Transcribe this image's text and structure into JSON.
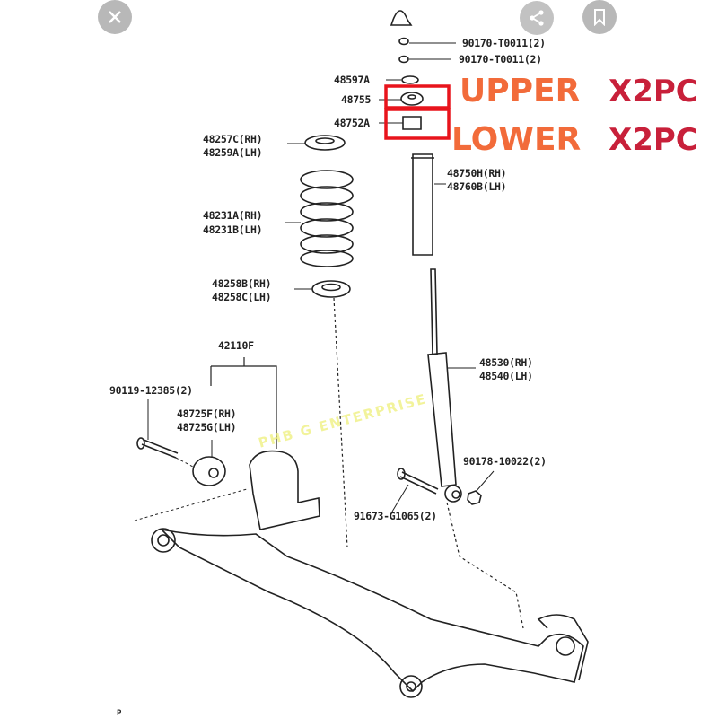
{
  "overlay_buttons": {
    "close": "close-icon",
    "share": "share-icon",
    "bookmark": "bookmark-icon"
  },
  "annotations": {
    "upper": "UPPER",
    "lower": "LOWER",
    "qty_upper": "X2PC",
    "qty_lower": "X2PC",
    "accent_orange": "#f26b3a",
    "accent_red": "#c8203a",
    "box_color": "#e8141c"
  },
  "watermark": "PHB G ENTERPRISE",
  "parts": {
    "nut1": "90170-T0011(2)",
    "nut2": "90170-T0011(2)",
    "washer": "48597A",
    "upper_mount": "48755",
    "lower_mount": "48752A",
    "boot_rh": "48750H(RH)",
    "boot_lh": "48760B(LH)",
    "seat_upper_rh": "48257C(RH)",
    "seat_upper_lh": "48259A(LH)",
    "spring_rh": "48231A(RH)",
    "spring_lh": "48231B(LH)",
    "seat_lower_rh": "48258B(RH)",
    "seat_lower_lh": "48258C(LH)",
    "beam": "42110F",
    "bolt": "90119-12385(2)",
    "bush_rh": "48725F(RH)",
    "bush_lh": "48725G(LH)",
    "shock_rh": "48530(RH)",
    "shock_lh": "48540(LH)",
    "nut3": "90178-10022(2)",
    "bolt2": "91673-G1065(2)"
  },
  "corner_mark": "P"
}
